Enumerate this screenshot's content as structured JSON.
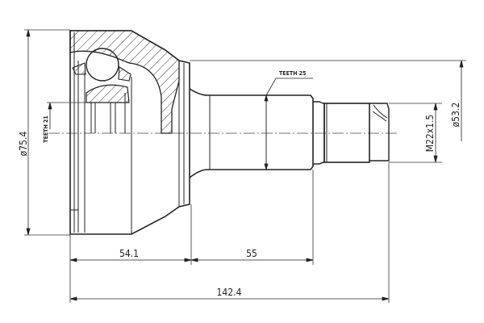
{
  "labels": {
    "diameter_housing": "ø75.4",
    "teeth_inner": "TEETH 21",
    "teeth_shaft": "TEETH 25",
    "thread": "M22x1.5",
    "diameter_seat": "ø53.2",
    "length_housing": "54.1",
    "length_shaft": "55",
    "length_total": "142.4"
  }
}
